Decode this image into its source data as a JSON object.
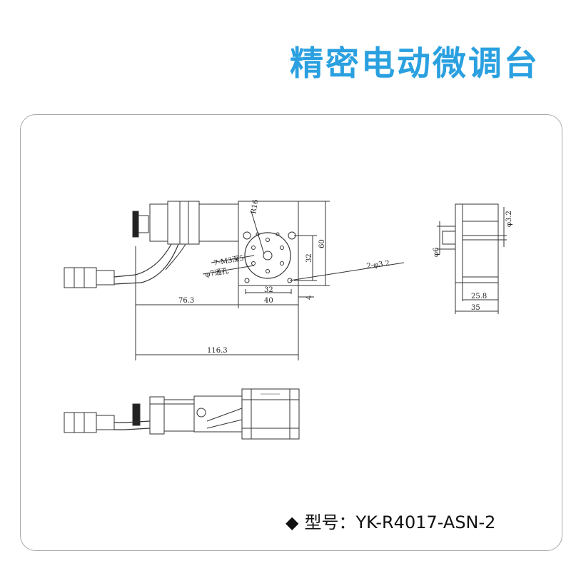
{
  "title": "精密电动微调台",
  "model": {
    "bullet": "◆",
    "label": "型号：",
    "value": "YK-R4017-ASN-2"
  },
  "dimensions": {
    "d76_3": "76.3",
    "d40": "40",
    "d116_3": "116.3",
    "d32_bottom": "32",
    "d32_side": "32",
    "d60": "60",
    "d4": "4",
    "r16": "R16",
    "holes_m3": "7-M3深5",
    "through_hole": "φ7通孔",
    "holes_phi3_2": "2-φ3.2",
    "d25_8": "25.8",
    "d35": "35",
    "phi6": "φ6",
    "phi3_2": "φ3.2"
  },
  "colors": {
    "title": "#2aa0e0",
    "frame": "#a9a9a9",
    "line": "#333333"
  }
}
